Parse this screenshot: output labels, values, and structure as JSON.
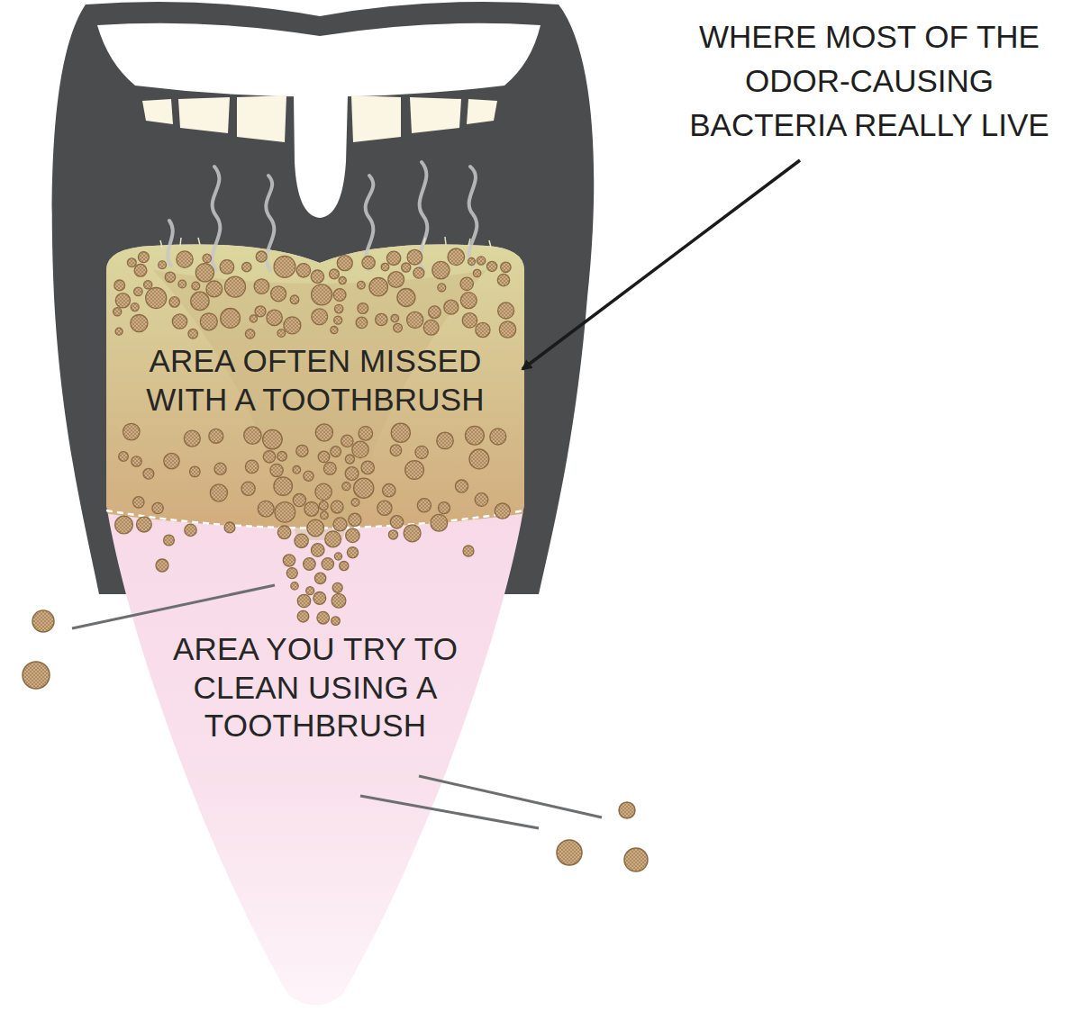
{
  "diagram": {
    "nodes": [
      {
        "text": [
          "AREA OFTEN MISSED WITH A TOOTHBRUSH"
        ]
      },
      {
        "text": [
          "AREA YOU TRY TO CLEAN USING A TOOTHBRUSH"
        ]
      }
    ],
    "labels": [
      "WHERE MOST OF THE ODOR-CAUSING BACTERIA REALLY LIVE"
    ]
  }
}
